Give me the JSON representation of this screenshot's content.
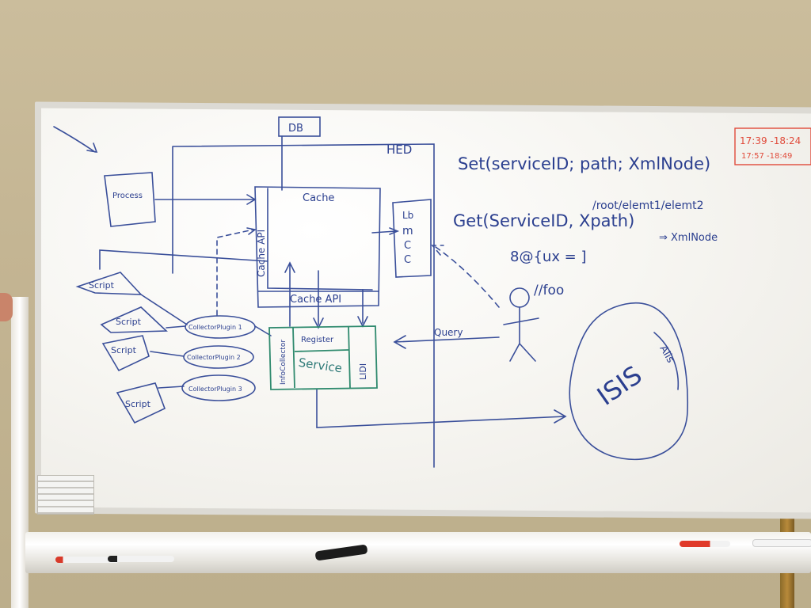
{
  "whiteboard": {
    "db": "DB",
    "hed": "HED",
    "process": "Process",
    "cache": "Cache",
    "cache_api_vertical": "Cache API",
    "cache_api_bottom": "Cache API",
    "lb_box": [
      "Lb",
      "m",
      "C",
      "C"
    ],
    "scripts": [
      "Script",
      "Script",
      "Script",
      "Script"
    ],
    "collector_plugins": [
      "CollectorPlugin 1",
      "CollectorPlugin 2",
      "CollectorPlugin 3"
    ],
    "service_cells": [
      "InfoCollector",
      "Register",
      "LIDI"
    ],
    "service": "Service",
    "query": "Query",
    "set_call": "Set(serviceID; path; XmlNode)",
    "path_example": "/root/elemt1/elemt2",
    "get_call": "Get(ServiceID, Xpath)",
    "get_result": "⇒ XmlNode",
    "at_line": "8@{ux = ]",
    "foo": "//foo",
    "isis": "ISIS",
    "alis": "Alis",
    "times": [
      "17:39 -18:24",
      "17:57 -18:49"
    ]
  }
}
